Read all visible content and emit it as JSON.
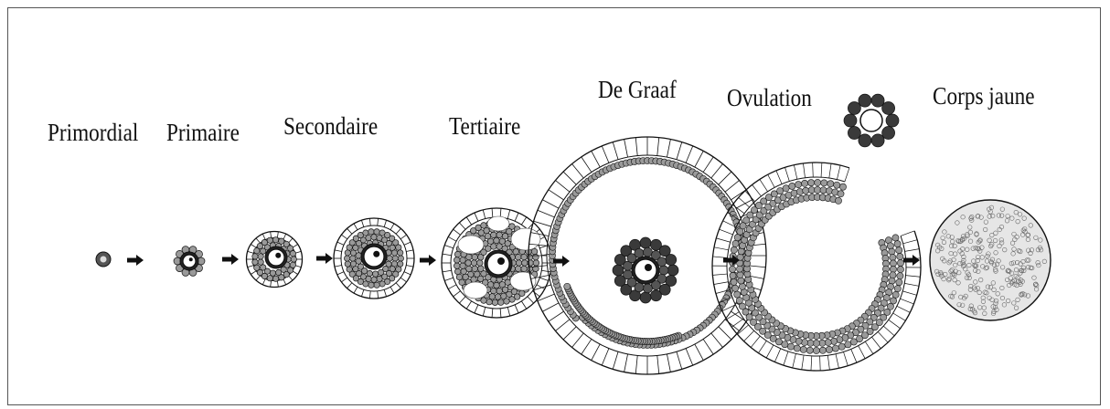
{
  "stages": [
    {
      "id": "primordial",
      "label": "Primordial"
    },
    {
      "id": "primaire",
      "label": "Primaire"
    },
    {
      "id": "secondaire",
      "label": "Secondaire"
    },
    {
      "id": "tertiaire",
      "label": "Tertiaire"
    },
    {
      "id": "de-graaf",
      "label": "De Graaf"
    },
    {
      "id": "ovulation",
      "label": "Ovulation"
    },
    {
      "id": "corps-jaune",
      "label": "Corps jaune"
    }
  ],
  "colors": {
    "ink": "#111111",
    "cell_fill": "#9a9a9a",
    "dark_cells": "#3a3a3a",
    "border": "#555555"
  }
}
